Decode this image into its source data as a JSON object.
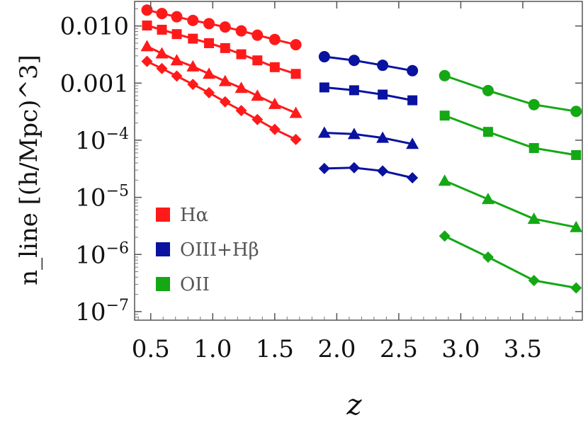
{
  "chart_data": {
    "type": "scatter",
    "xlabel": "z",
    "ylabel": "n_line [(h/Mpc)^3]",
    "xlim": [
      0.37,
      3.98
    ],
    "ylim_log10": [
      -7.15,
      -1.57
    ],
    "yscale": "log",
    "x_ticks": [
      {
        "value": 0.5,
        "label": "0.5"
      },
      {
        "value": 1.0,
        "label": "1.0"
      },
      {
        "value": 1.5,
        "label": "1.5"
      },
      {
        "value": 2.0,
        "label": "2.0"
      },
      {
        "value": 2.5,
        "label": "2.5"
      },
      {
        "value": 3.0,
        "label": "3.0"
      },
      {
        "value": 3.5,
        "label": "3.5"
      }
    ],
    "y_ticks": [
      {
        "value": 0.01,
        "mantissa": "0.010",
        "exp": ""
      },
      {
        "value": 0.001,
        "mantissa": "0.001",
        "exp": ""
      },
      {
        "value": 0.0001,
        "mantissa": "10",
        "exp": "−4"
      },
      {
        "value": 1e-05,
        "mantissa": "10",
        "exp": "−5"
      },
      {
        "value": 1e-06,
        "mantissa": "10",
        "exp": "−6"
      },
      {
        "value": 1e-07,
        "mantissa": "10",
        "exp": "−7"
      }
    ],
    "legend": [
      {
        "label": "Hα",
        "color": "#ff1a1a"
      },
      {
        "label": "OIII+Hβ",
        "color": "#0a12a0"
      },
      {
        "label": "OII",
        "color": "#14a814"
      }
    ],
    "legend_position": "bottom-left",
    "groups": [
      {
        "color": "#ff1a1a",
        "x": [
          0.47,
          0.59,
          0.71,
          0.84,
          0.97,
          1.1,
          1.23,
          1.36,
          1.5,
          1.67
        ],
        "series": [
          {
            "marker": "circle",
            "values": [
              0.019,
              0.0165,
              0.0145,
              0.0125,
              0.011,
              0.0096,
              0.0082,
              0.0069,
              0.0058,
              0.0047
            ]
          },
          {
            "marker": "square",
            "values": [
              0.0102,
              0.0086,
              0.0072,
              0.006,
              0.005,
              0.0041,
              0.0032,
              0.0025,
              0.0019,
              0.00145
            ]
          },
          {
            "marker": "triangle",
            "values": [
              0.0044,
              0.0033,
              0.0025,
              0.00195,
              0.00145,
              0.00108,
              0.00082,
              0.0006,
              0.00043,
              0.0003
            ]
          },
          {
            "marker": "diamond",
            "values": [
              0.0024,
              0.0018,
              0.00133,
              0.00095,
              0.00068,
              0.00047,
              0.00033,
              0.00023,
              0.000155,
              0.000103
            ]
          }
        ]
      },
      {
        "color": "#0a12a0",
        "x": [
          1.9,
          2.14,
          2.37,
          2.61
        ],
        "series": [
          {
            "marker": "circle",
            "values": [
              0.0029,
              0.0025,
              0.00205,
              0.00165
            ]
          },
          {
            "marker": "square",
            "values": [
              0.00084,
              0.00075,
              0.00063,
              0.0005
            ]
          },
          {
            "marker": "triangle",
            "values": [
              0.000135,
              0.000128,
              0.00011,
              8.6e-05
            ]
          },
          {
            "marker": "diamond",
            "values": [
              3.2e-05,
              3.3e-05,
              2.9e-05,
              2.2e-05
            ]
          }
        ]
      },
      {
        "color": "#14a814",
        "x": [
          2.87,
          3.22,
          3.59,
          3.93
        ],
        "series": [
          {
            "marker": "circle",
            "values": [
              0.00135,
              0.00074,
              0.00042,
              0.00032
            ]
          },
          {
            "marker": "square",
            "values": [
              0.00027,
              0.00014,
              7.3e-05,
              5.5e-05
            ]
          },
          {
            "marker": "triangle",
            "values": [
              1.95e-05,
              9.3e-06,
              4.2e-06,
              3e-06
            ]
          },
          {
            "marker": "diamond",
            "values": [
              2.1e-06,
              9e-07,
              3.5e-07,
              2.6e-07
            ]
          }
        ]
      }
    ]
  }
}
